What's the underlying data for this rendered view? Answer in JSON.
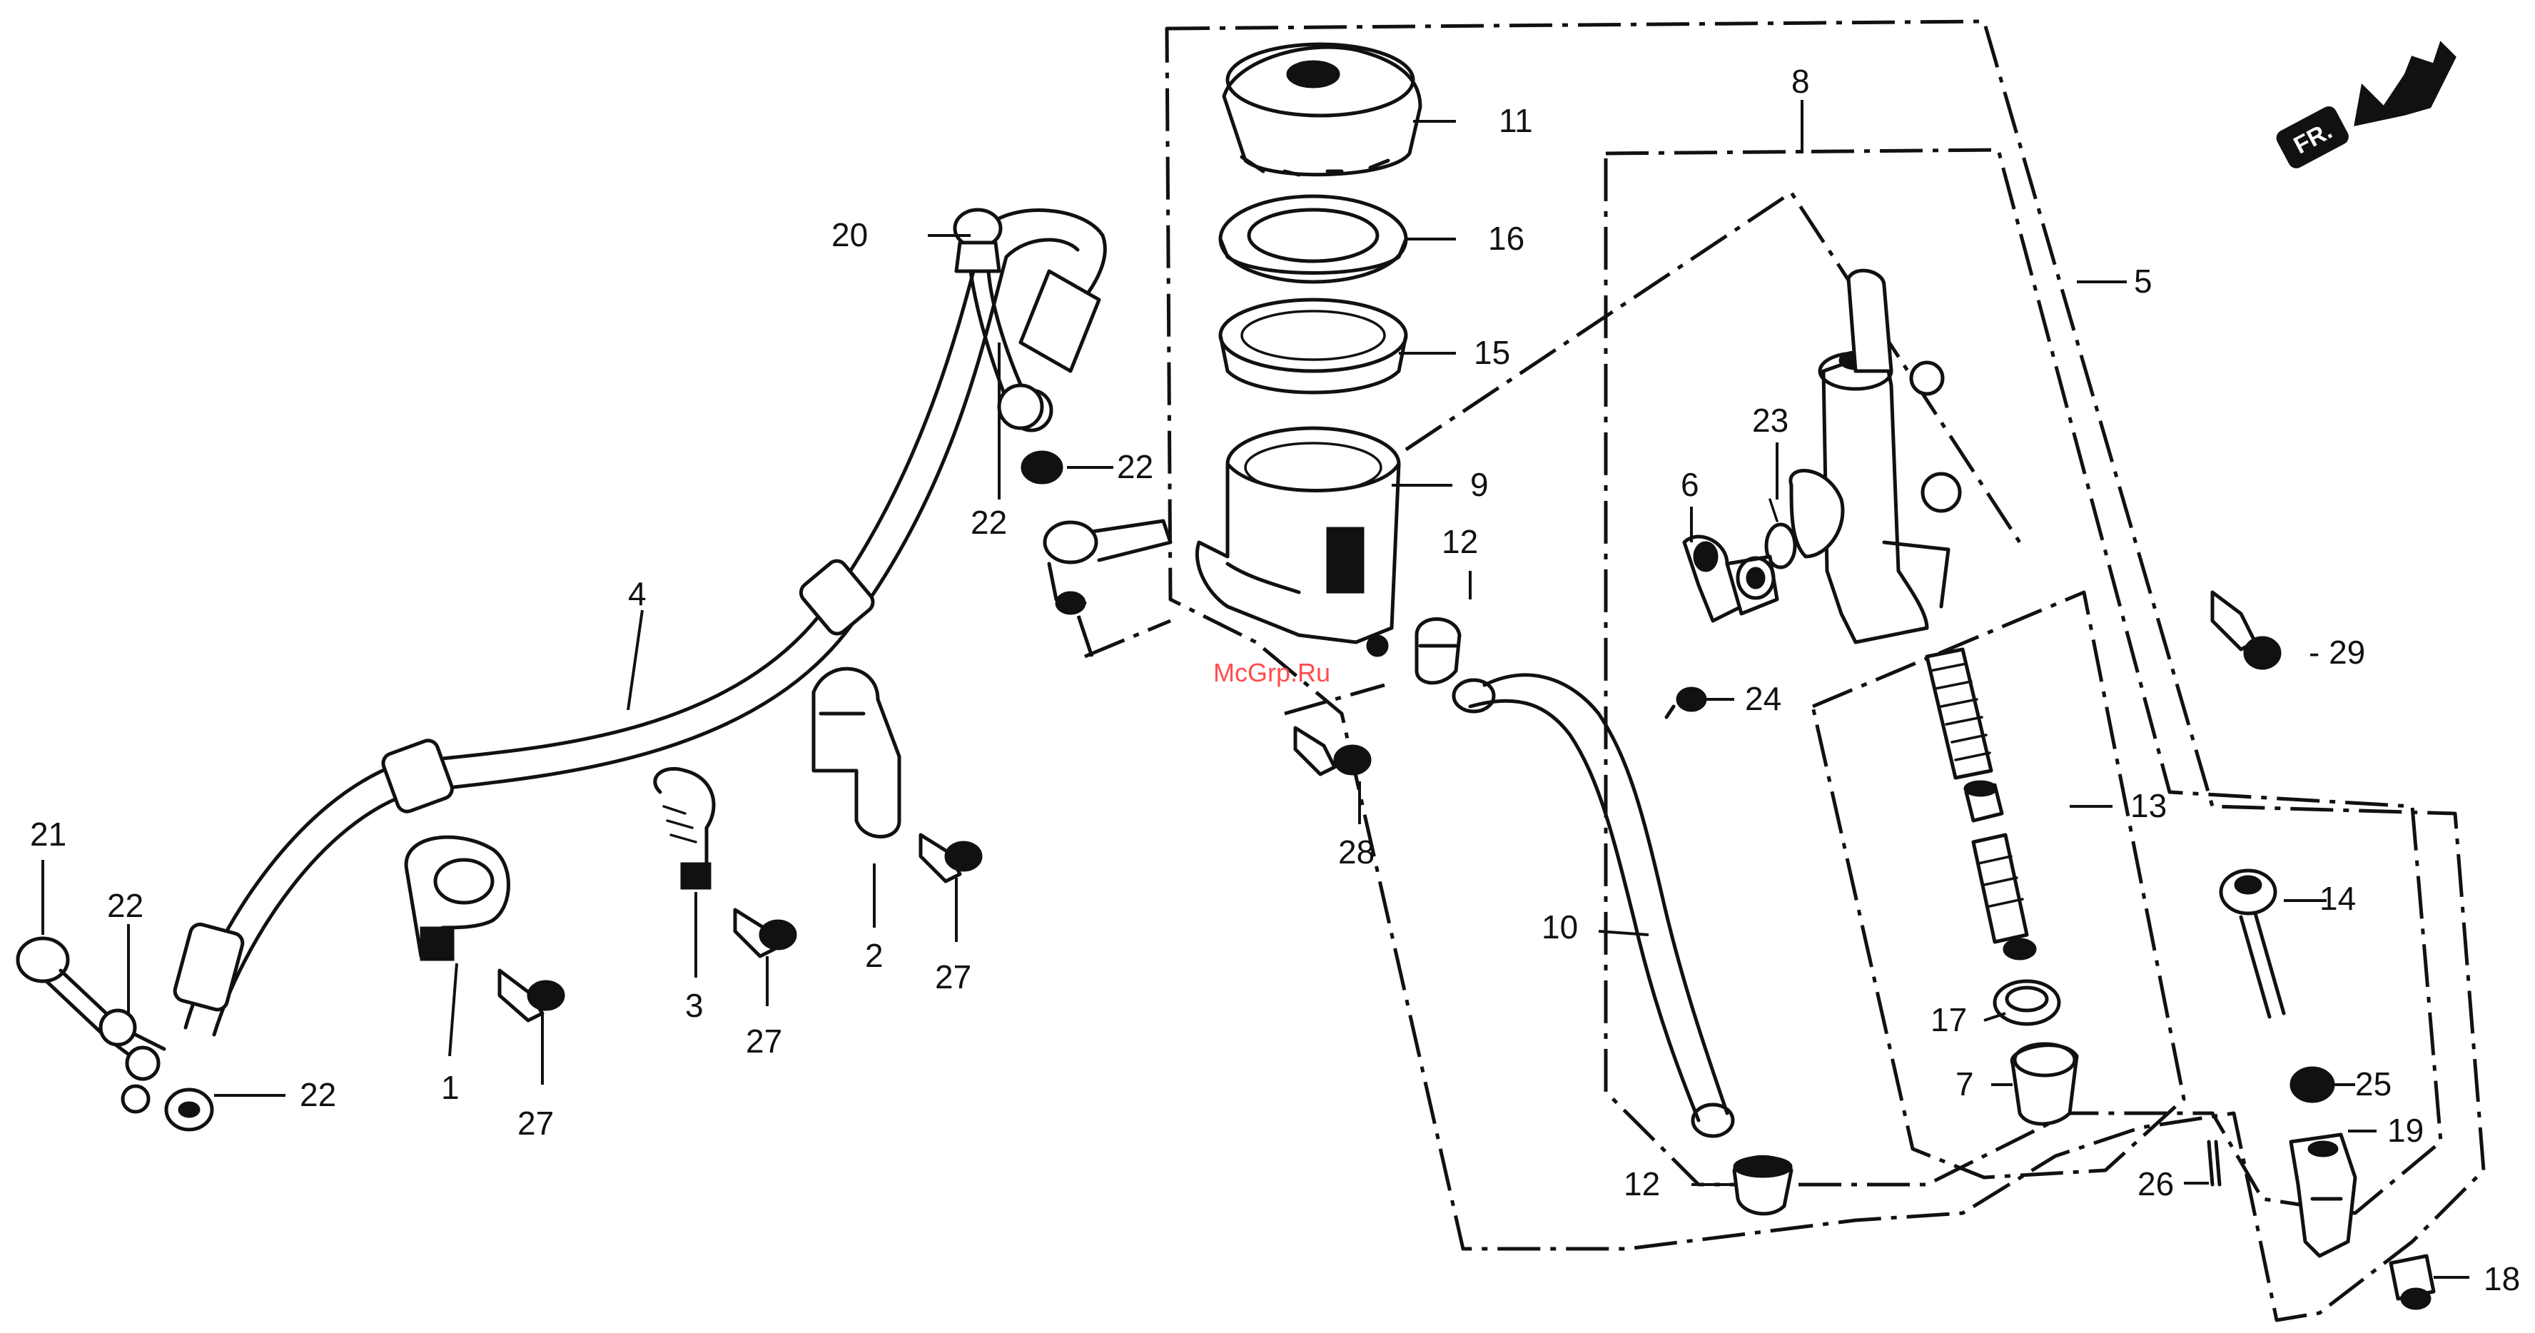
{
  "watermark": "McGrp.Ru",
  "front_marker": "FR.",
  "parts": [
    {
      "id": "1",
      "label": "1"
    },
    {
      "id": "2",
      "label": "2"
    },
    {
      "id": "3",
      "label": "3"
    },
    {
      "id": "4",
      "label": "4"
    },
    {
      "id": "5",
      "label": "5"
    },
    {
      "id": "6",
      "label": "6"
    },
    {
      "id": "7",
      "label": "7"
    },
    {
      "id": "8",
      "label": "8"
    },
    {
      "id": "9",
      "label": "9"
    },
    {
      "id": "10",
      "label": "10"
    },
    {
      "id": "11",
      "label": "11"
    },
    {
      "id": "12a",
      "label": "12"
    },
    {
      "id": "12b",
      "label": "12"
    },
    {
      "id": "13",
      "label": "13"
    },
    {
      "id": "14",
      "label": "14"
    },
    {
      "id": "15",
      "label": "15"
    },
    {
      "id": "16",
      "label": "16"
    },
    {
      "id": "17",
      "label": "17"
    },
    {
      "id": "18",
      "label": "18"
    },
    {
      "id": "19",
      "label": "19"
    },
    {
      "id": "20",
      "label": "20"
    },
    {
      "id": "21",
      "label": "21"
    },
    {
      "id": "22a",
      "label": "22"
    },
    {
      "id": "22b",
      "label": "22"
    },
    {
      "id": "22c",
      "label": "22"
    },
    {
      "id": "22d",
      "label": "22"
    },
    {
      "id": "23",
      "label": "23"
    },
    {
      "id": "24",
      "label": "24"
    },
    {
      "id": "25",
      "label": "25"
    },
    {
      "id": "26",
      "label": "26"
    },
    {
      "id": "27a",
      "label": "27"
    },
    {
      "id": "27b",
      "label": "27"
    },
    {
      "id": "27c",
      "label": "27"
    },
    {
      "id": "28",
      "label": "28"
    },
    {
      "id": "29",
      "label": "- 29"
    }
  ]
}
